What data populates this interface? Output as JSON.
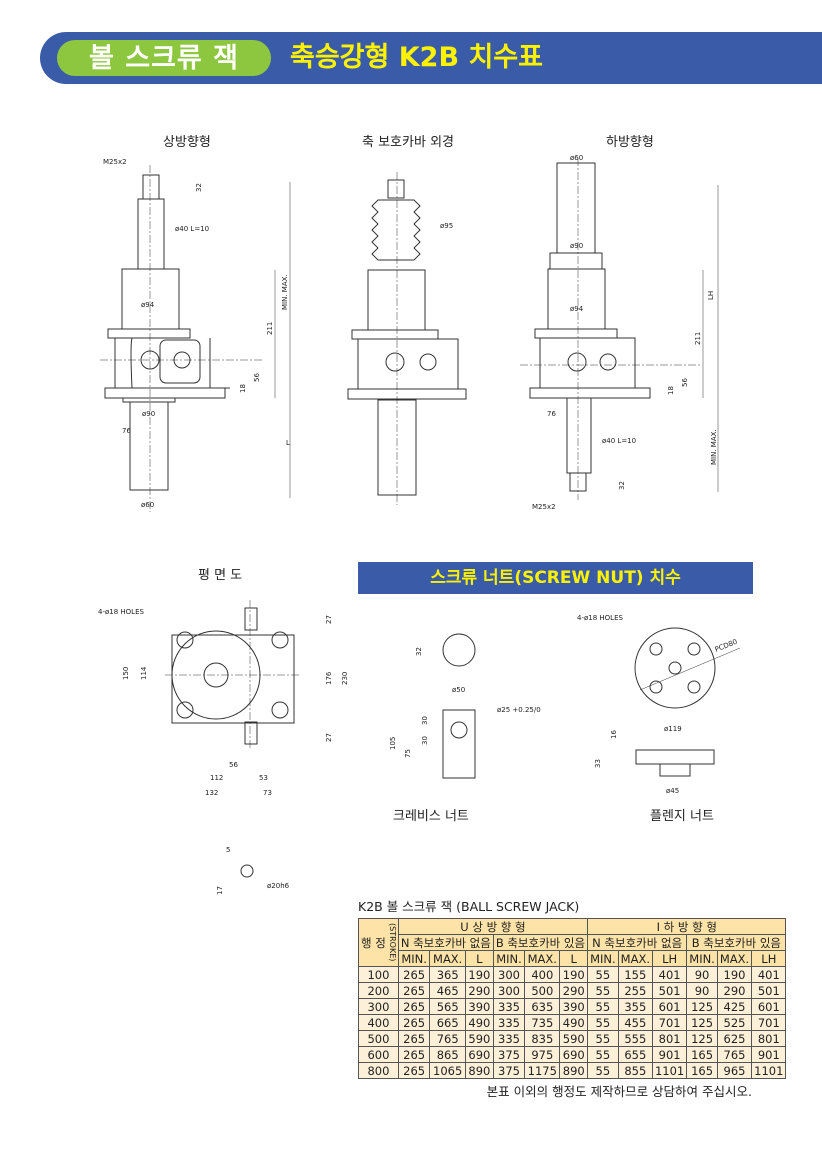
{
  "header": {
    "category": "볼 스크류 잭",
    "title": "축승강형 K2B 치수표"
  },
  "views": {
    "up": "상방향형",
    "cover": "축 보호카바 외경",
    "down": "하방향형",
    "plan": "평 면 도"
  },
  "dims": {
    "m25": "M25x2",
    "d32": "32",
    "d40": "ø40 L=10",
    "d94": "ø94",
    "d90": "ø90",
    "d60": "ø60",
    "d76": "76",
    "d211": "211",
    "d56": "56",
    "d18": "18",
    "minmax": "MIN.  MAX.",
    "L": "L",
    "LH": "LH",
    "d95": "ø95",
    "holes": "4-ø18 HOLES",
    "d150": "150",
    "d114": "114",
    "d27": "27",
    "d176": "176",
    "d230": "230",
    "d56b": "56",
    "d112": "112",
    "d53": "53",
    "d132": "132",
    "d73": "73",
    "d5": "5",
    "d17": "17",
    "d20h6": "ø20h6"
  },
  "nut": {
    "banner": "스크류 너트(SCREW NUT) 치수",
    "clevis": "크레비스 너트",
    "flange": "플렌지 너트",
    "c32": "32",
    "c50": "ø50",
    "c25": "ø25 +0.25/0",
    "c30": "30",
    "c105": "105",
    "c75": "75",
    "pcd": "PCD80",
    "f119": "ø119",
    "f16": "16",
    "f33": "33",
    "f45": "ø45"
  },
  "table": {
    "caption": "K2B 볼 스크류 잭 (BALL SCREW JACK)",
    "stroke_label": "행 정",
    "stroke_en": "(STROKE)",
    "groups": [
      "U  상  방  향  형",
      "I  하  방  향  형"
    ],
    "subgroups": [
      "N 축보호카바 없음",
      "B 축보호카바 있음",
      "N 축보호카바 없음",
      "B 축보호카바 있음"
    ],
    "cols": [
      "MIN.",
      "MAX.",
      "L",
      "MIN.",
      "MAX.",
      "L",
      "MIN.",
      "MAX.",
      "LH",
      "MIN.",
      "MAX.",
      "LH"
    ],
    "rows": [
      [
        "100",
        "265",
        "365",
        "190",
        "300",
        "400",
        "190",
        "55",
        "155",
        "401",
        "90",
        "190",
        "401"
      ],
      [
        "200",
        "265",
        "465",
        "290",
        "300",
        "500",
        "290",
        "55",
        "255",
        "501",
        "90",
        "290",
        "501"
      ],
      [
        "300",
        "265",
        "565",
        "390",
        "335",
        "635",
        "390",
        "55",
        "355",
        "601",
        "125",
        "425",
        "601"
      ],
      [
        "400",
        "265",
        "665",
        "490",
        "335",
        "735",
        "490",
        "55",
        "455",
        "701",
        "125",
        "525",
        "701"
      ],
      [
        "500",
        "265",
        "765",
        "590",
        "335",
        "835",
        "590",
        "55",
        "555",
        "801",
        "125",
        "625",
        "801"
      ],
      [
        "600",
        "265",
        "865",
        "690",
        "375",
        "975",
        "690",
        "55",
        "655",
        "901",
        "165",
        "765",
        "901"
      ],
      [
        "800",
        "265",
        "1065",
        "890",
        "375",
        "1175",
        "890",
        "55",
        "855",
        "1101",
        "165",
        "965",
        "1101"
      ]
    ],
    "note": "본표 이외의 행정도 제작하므로 상담하여 주십시오."
  }
}
